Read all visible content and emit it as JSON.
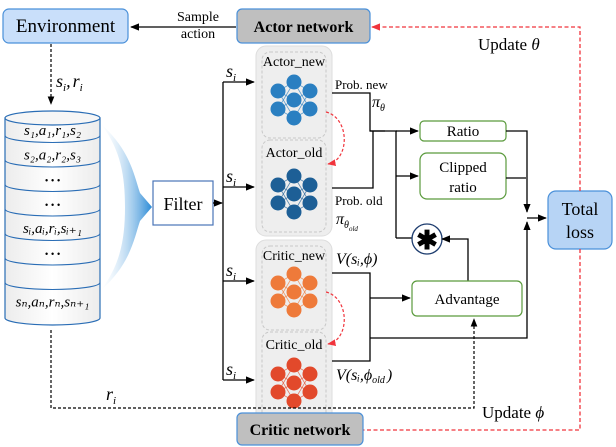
{
  "environment": {
    "label": "Environment"
  },
  "actor_network": {
    "label": "Actor network"
  },
  "critic_network": {
    "label": "Critic network"
  },
  "sample_action": {
    "line1": "Sample",
    "line2": "action"
  },
  "env_to_buffer": {
    "s": "s",
    "r": "r",
    "sub": "i",
    "sep": ","
  },
  "buffer": {
    "rows": [
      "s₁,a₁,r₁,s₂",
      "s₂,a₂,r₂,s₃",
      "• • •",
      "• • •",
      "sᵢ,aᵢ,rᵢ,sᵢ₊₁",
      "• • •",
      "",
      "sₙ,aₙ,rₙ,sₙ₊₁"
    ]
  },
  "filter": {
    "label": "Filter"
  },
  "state_label": {
    "s": "s",
    "sub": "i"
  },
  "reward_label": {
    "r": "r",
    "sub": "i"
  },
  "actor_new": {
    "label": "Actor_new",
    "color": "#2a7fc1"
  },
  "actor_old": {
    "label": "Actor_old",
    "color": "#1d5f96"
  },
  "critic_new": {
    "label": "Critic_new",
    "color": "#ee7a3a"
  },
  "critic_old": {
    "label": "Critic_old",
    "color": "#e2492b"
  },
  "prob_new": {
    "label": "Prob. new",
    "pi": "π",
    "sub": "θ"
  },
  "prob_old": {
    "label": "Prob. old",
    "pi": "π",
    "sub": "θ",
    "subsub": "old"
  },
  "v_new": {
    "text": "V(sᵢ,ϕ)"
  },
  "v_old": {
    "text": "V(sᵢ,ϕ",
    "sub": "old",
    "close": ")"
  },
  "ratio": {
    "label": "Ratio"
  },
  "clipped_ratio": {
    "line1": "Clipped",
    "line2": "ratio"
  },
  "multiply": {
    "symbol": "✱"
  },
  "advantage": {
    "label": "Advantage"
  },
  "total_loss": {
    "line1": "Total",
    "line2": "loss"
  },
  "update_theta": {
    "label": "Update ",
    "symbol": "θ"
  },
  "update_phi": {
    "label": "Update ",
    "symbol": "ϕ"
  },
  "colors": {
    "env_fill": "#c9dffa",
    "env_stroke": "#4a90d9",
    "network_fill": "#bfbfbf",
    "green_stroke": "#5a9a3c",
    "loss_fill": "#b7d4f5",
    "update_red": "#f0343c",
    "panel_fill": "#eeeeee"
  }
}
